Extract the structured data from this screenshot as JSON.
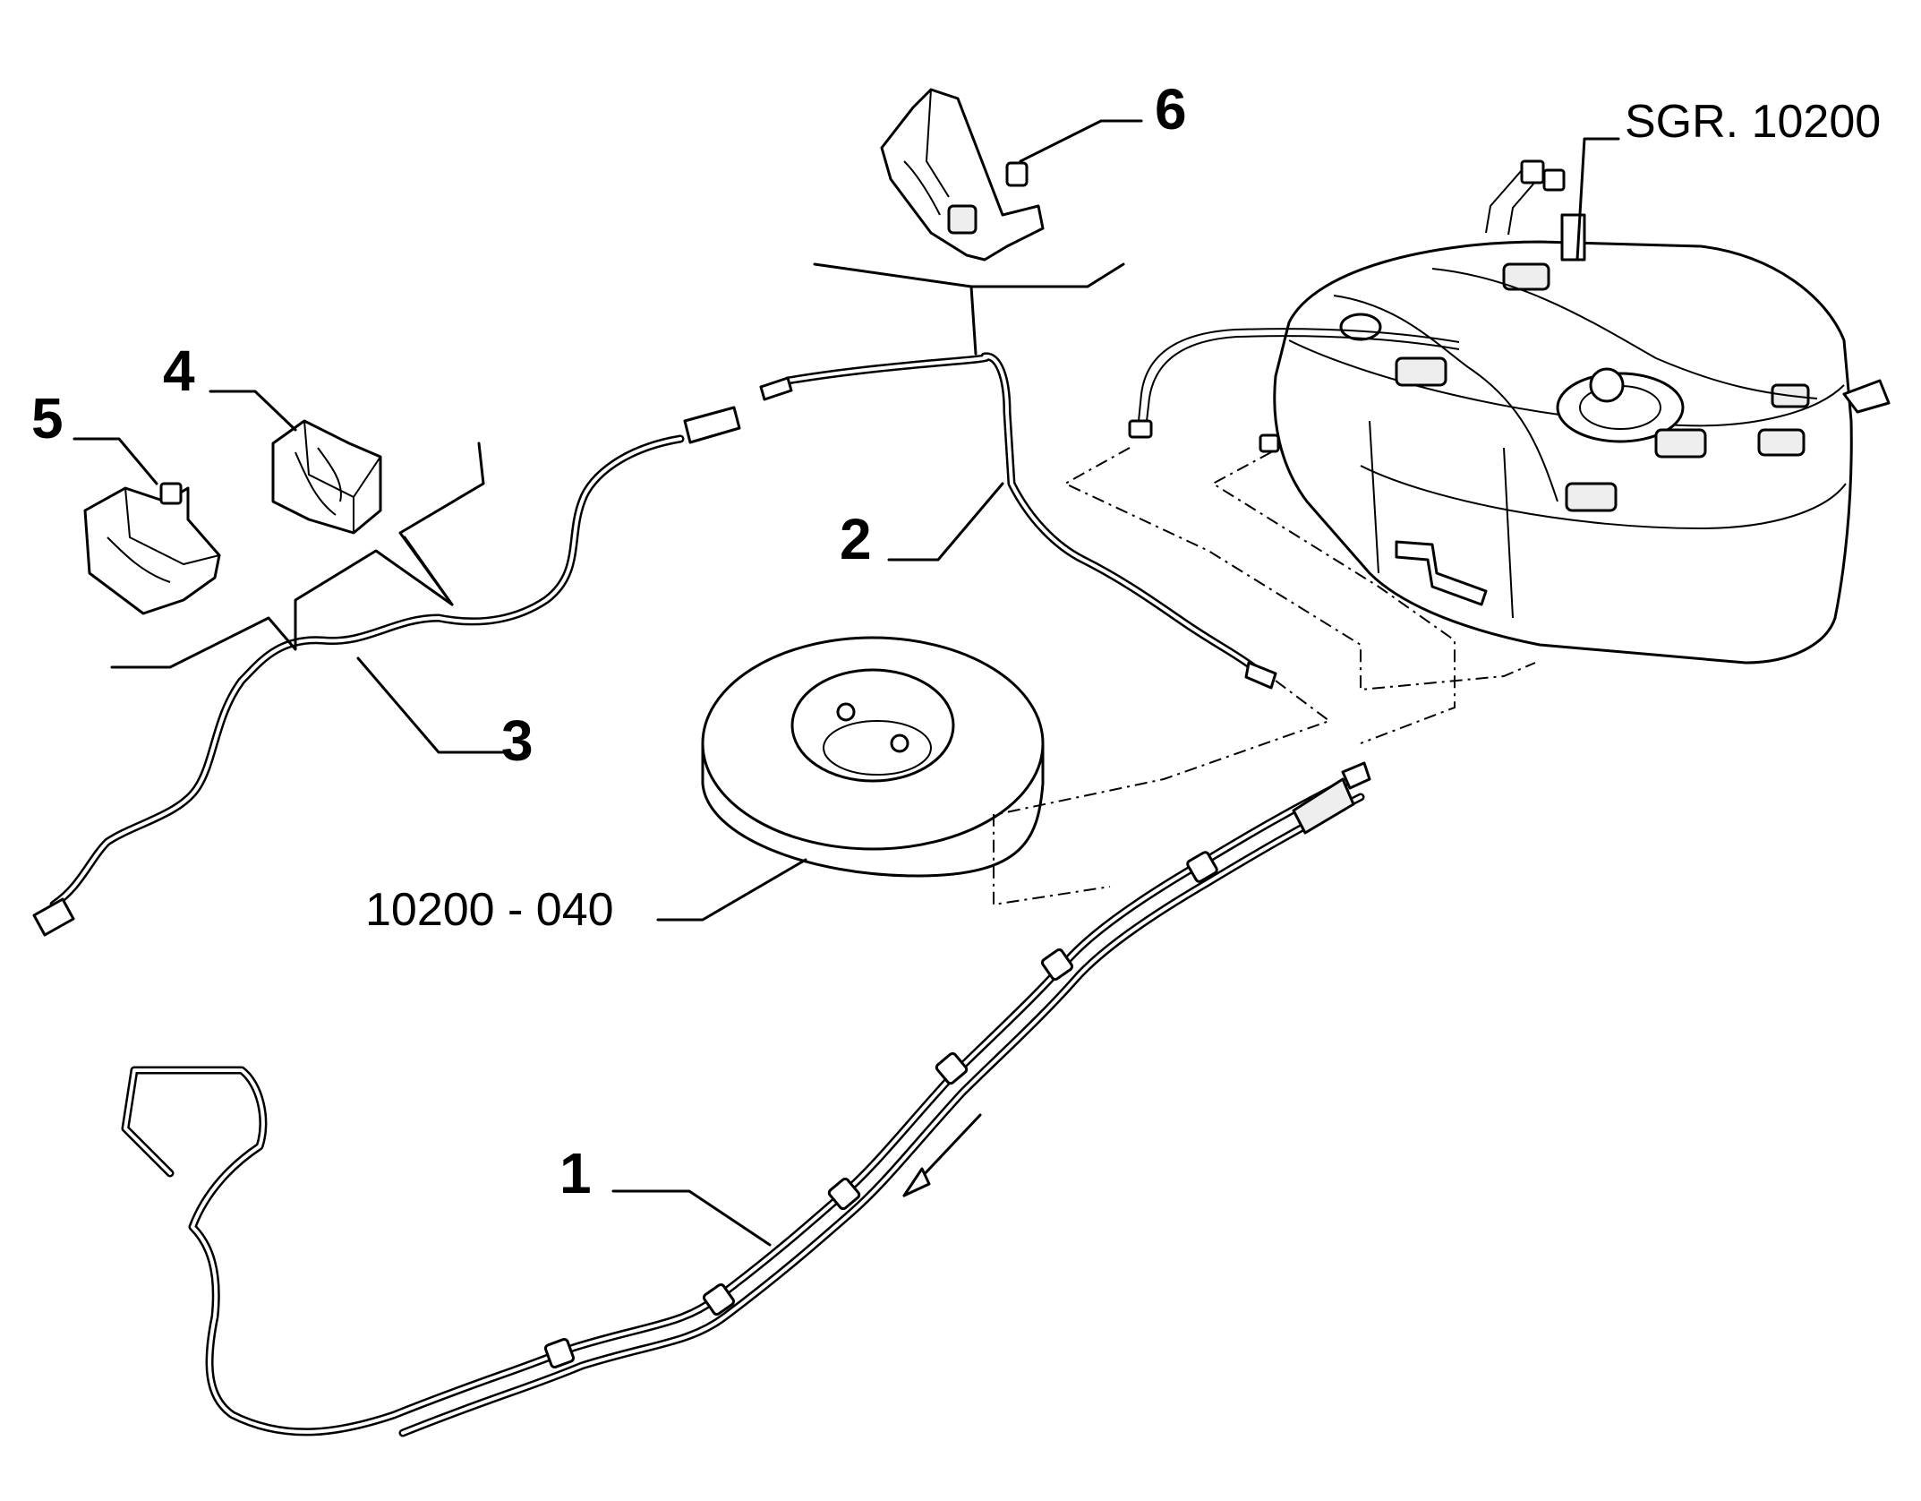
{
  "labels": {
    "p1": "1",
    "p2": "2",
    "p3": "3",
    "p4": "4",
    "p5": "5",
    "p6": "6",
    "group_ref": "SGR. 10200",
    "tank_ref": "10200 - 040"
  },
  "colors": {
    "line": "#000000",
    "background": "#ffffff"
  }
}
